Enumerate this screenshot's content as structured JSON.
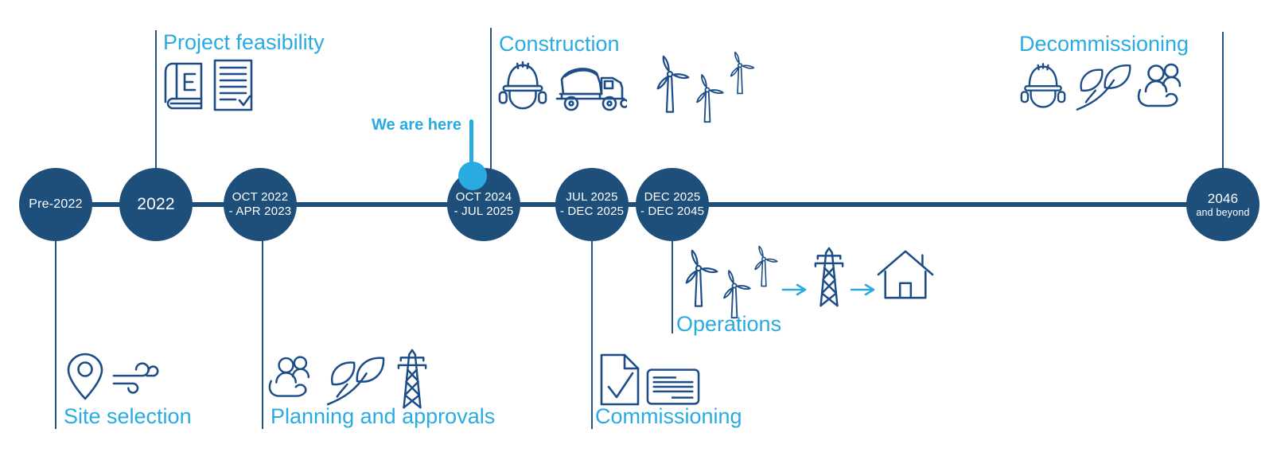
{
  "colors": {
    "navy": "#1e4e7a",
    "icon_stroke": "#1c4d87",
    "accent_blue": "#29abe2",
    "circle_text": "#ffffff",
    "background": "#ffffff"
  },
  "marker": {
    "label": "We are here"
  },
  "milestones": [
    {
      "label": "Pre-2022",
      "label2": ""
    },
    {
      "label": "2022",
      "label2": ""
    },
    {
      "label": "OCT 2022",
      "label2": "- APR 2023"
    },
    {
      "label": "OCT 2024",
      "label2": "- JUL 2025"
    },
    {
      "label": "JUL 2025",
      "label2": "- DEC 2025"
    },
    {
      "label": "DEC 2025",
      "label2": "- DEC 2045"
    },
    {
      "label": "2046",
      "label2": "and beyond"
    }
  ],
  "phases": [
    {
      "label": "Site selection",
      "placement": "below",
      "milestone": "Pre-2022",
      "icons": [
        "location-pin-icon",
        "wind-icon"
      ]
    },
    {
      "label": "Project feasibility",
      "placement": "above",
      "milestone": "2022",
      "icons": [
        "book-icon",
        "report-check-icon"
      ]
    },
    {
      "label": "Planning and approvals",
      "placement": "below",
      "milestone": "OCT 2022 - APR 2023",
      "icons": [
        "community-hand-icon",
        "leaves-icon",
        "transmission-tower-icon"
      ]
    },
    {
      "label": "Construction",
      "placement": "above",
      "milestone": "OCT 2024 - JUL 2025",
      "icons": [
        "hard-hat-icon",
        "concrete-mixer-truck-icon",
        "wind-turbine-icon",
        "wind-turbine-icon",
        "wind-turbine-icon"
      ]
    },
    {
      "label": "Commissioning",
      "placement": "below",
      "milestone": "JUL 2025 - DEC 2025",
      "icons": [
        "document-check-icon",
        "certificate-icon"
      ]
    },
    {
      "label": "Operations",
      "placement": "below",
      "milestone": "DEC 2025 - DEC 2045",
      "icons": [
        "wind-turbine-icon",
        "wind-turbine-icon",
        "wind-turbine-icon",
        "arrow-right-icon",
        "transmission-tower-icon",
        "arrow-right-icon",
        "house-icon"
      ]
    },
    {
      "label": "Decommissioning",
      "placement": "above",
      "milestone": "2046 and beyond",
      "icons": [
        "hard-hat-icon",
        "leaves-icon",
        "community-hand-icon"
      ]
    }
  ]
}
